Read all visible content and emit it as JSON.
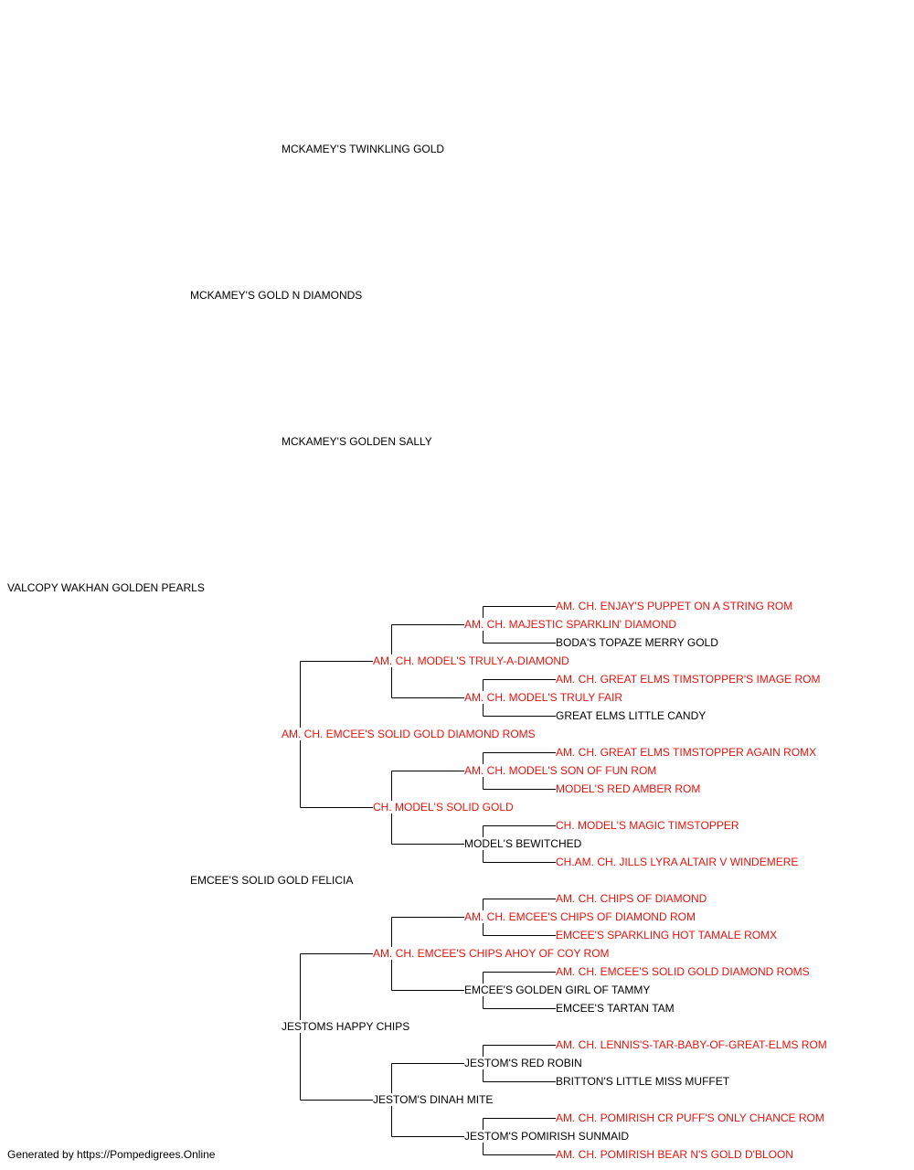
{
  "colors": {
    "champion": "#e8120c",
    "normal": "#000000",
    "line": "#000000"
  },
  "dog": {
    "name": "VALCOPY WAKHAN GOLDEN PEARLS",
    "champion": false
  },
  "sire": {
    "name": "MCKAMEY'S GOLD N DIAMONDS",
    "champion": false
  },
  "dam": {
    "name": "EMCEE'S SOLID GOLD FELICIA",
    "champion": false
  },
  "ss": {
    "name": "MCKAMEY'S TWINKLING GOLD",
    "champion": false
  },
  "sd": {
    "name": "MCKAMEY'S GOLDEN SALLY",
    "champion": false
  },
  "ds": {
    "name": "AM. CH. EMCEE'S SOLID GOLD DIAMOND ROMS",
    "champion": true
  },
  "dd": {
    "name": "JESTOMS HAPPY CHIPS",
    "champion": false
  },
  "dss": {
    "name": "AM. CH. MODEL'S TRULY-A-DIAMOND",
    "champion": true
  },
  "dsd": {
    "name": "CH. MODEL'S SOLID GOLD",
    "champion": true
  },
  "dds": {
    "name": "AM. CH. EMCEE'S CHIPS AHOY OF COY ROM",
    "champion": true
  },
  "ddd": {
    "name": "JESTOM'S DINAH MITE",
    "champion": false
  },
  "dsss": {
    "name": "AM. CH. MAJESTIC SPARKLIN' DIAMOND",
    "champion": true
  },
  "dssd": {
    "name": "AM. CH. MODEL'S TRULY FAIR",
    "champion": true
  },
  "dsds": {
    "name": "AM. CH. MODEL'S SON OF FUN ROM",
    "champion": true
  },
  "dsdd": {
    "name": "MODEL'S BEWITCHED",
    "champion": false
  },
  "ddss": {
    "name": "AM. CH. EMCEE'S CHIPS OF DIAMOND ROM",
    "champion": true
  },
  "ddsd": {
    "name": "EMCEE'S GOLDEN GIRL OF TAMMY",
    "champion": false
  },
  "ddds": {
    "name": "JESTOM'S RED ROBIN",
    "champion": false
  },
  "dddd": {
    "name": "JESTOM'S POMIRISH SUNMAID",
    "champion": false
  },
  "dssss": {
    "name": "AM. CH. ENJAY'S PUPPET ON A STRING ROM",
    "champion": true
  },
  "dsssd": {
    "name": "BODA'S TOPAZE MERRY GOLD",
    "champion": false
  },
  "dssds": {
    "name": "AM. CH. GREAT ELMS TIMSTOPPER'S IMAGE ROM",
    "champion": true
  },
  "dssdd": {
    "name": "GREAT ELMS LITTLE CANDY",
    "champion": false
  },
  "dsdss": {
    "name": "AM. CH. GREAT ELMS TIMSTOPPER AGAIN ROMX",
    "champion": true
  },
  "dsdsd": {
    "name": "MODEL'S RED AMBER ROM",
    "champion": true
  },
  "dsdds": {
    "name": "CH. MODEL'S MAGIC TIMSTOPPER",
    "champion": true
  },
  "dsddd": {
    "name": "CH.AM. CH. JILLS LYRA ALTAIR V WINDEMERE",
    "champion": true
  },
  "ddsss": {
    "name": "AM. CH. CHIPS OF DIAMOND",
    "champion": true
  },
  "ddssd": {
    "name": "EMCEE'S SPARKLING HOT TAMALE ROMX",
    "champion": true
  },
  "ddsds": {
    "name": "AM. CH. EMCEE'S SOLID GOLD DIAMOND ROMS",
    "champion": true
  },
  "ddsdd": {
    "name": "EMCEE'S TARTAN TAM",
    "champion": false
  },
  "dddss": {
    "name": "AM. CH. LENNIS'S-TAR-BABY-OF-GREAT-ELMS ROM",
    "champion": true
  },
  "dddsd": {
    "name": "BRITTON'S LITTLE MISS MUFFET",
    "champion": false
  },
  "dddds": {
    "name": "AM. CH. POMIRISH CR PUFF'S ONLY CHANCE ROM",
    "champion": true
  },
  "ddddd": {
    "name": "AM. CH. POMIRISH BEAR N'S GOLD D'BLOON",
    "champion": true
  },
  "footer": "Generated by https://Pompedigrees.Online"
}
